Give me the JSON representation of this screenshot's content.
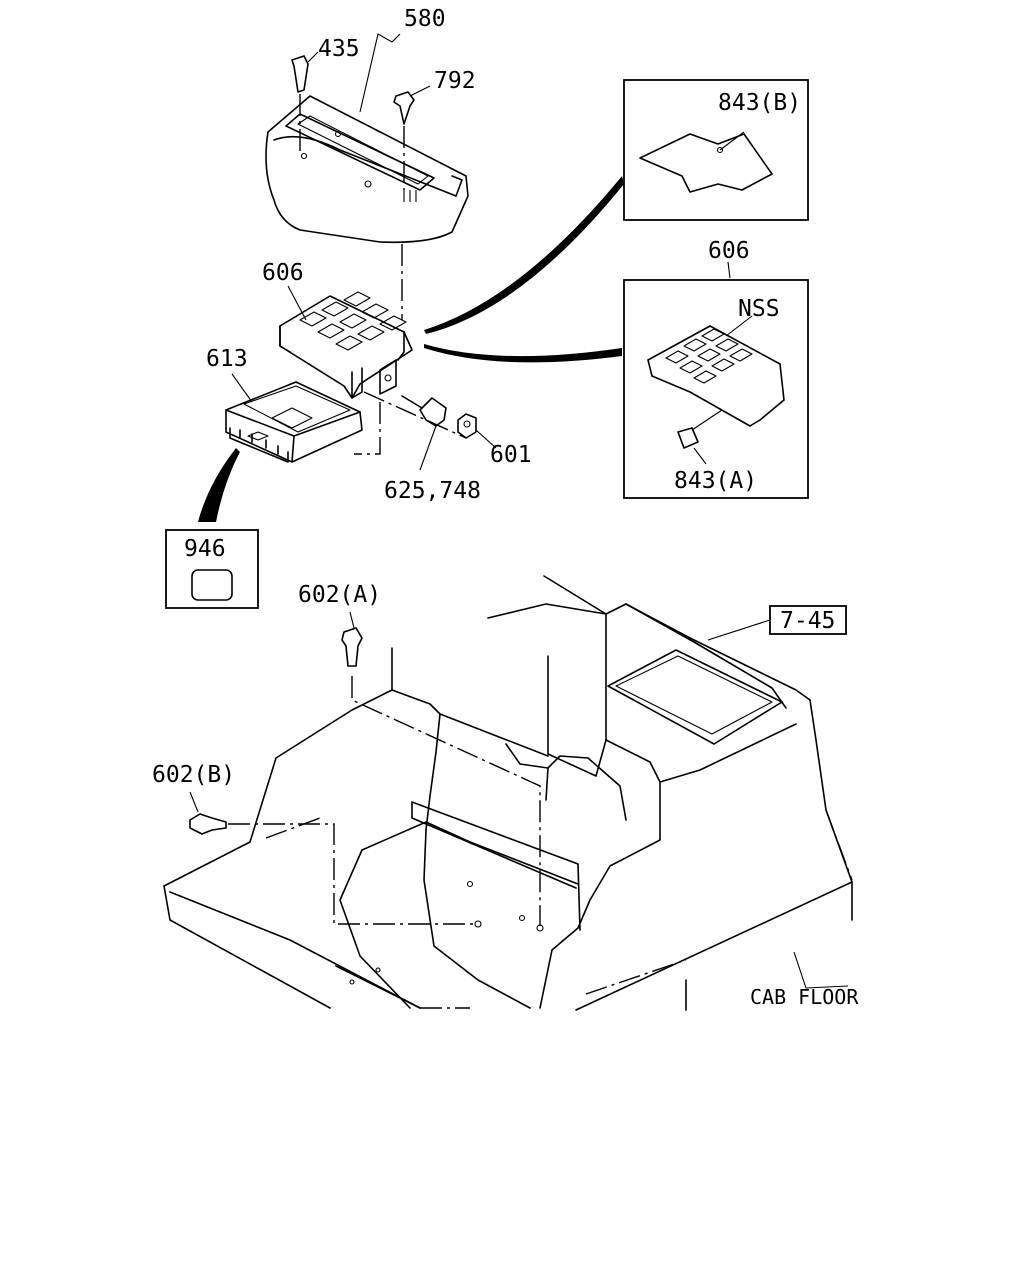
{
  "diagram": {
    "labels": {
      "p580": "580",
      "p435": "435",
      "p792": "792",
      "p843b": "843(B)",
      "p606_top": "606",
      "p606_box": "606",
      "nss": "NSS",
      "p613": "613",
      "p601": "601",
      "p625_748": "625,748",
      "p843a": "843(A)",
      "p946": "946",
      "p602a": "602(A)",
      "p602b": "602(B)",
      "ref_7_45": "7-45",
      "cab_floor": "CAB FLOOR"
    }
  }
}
